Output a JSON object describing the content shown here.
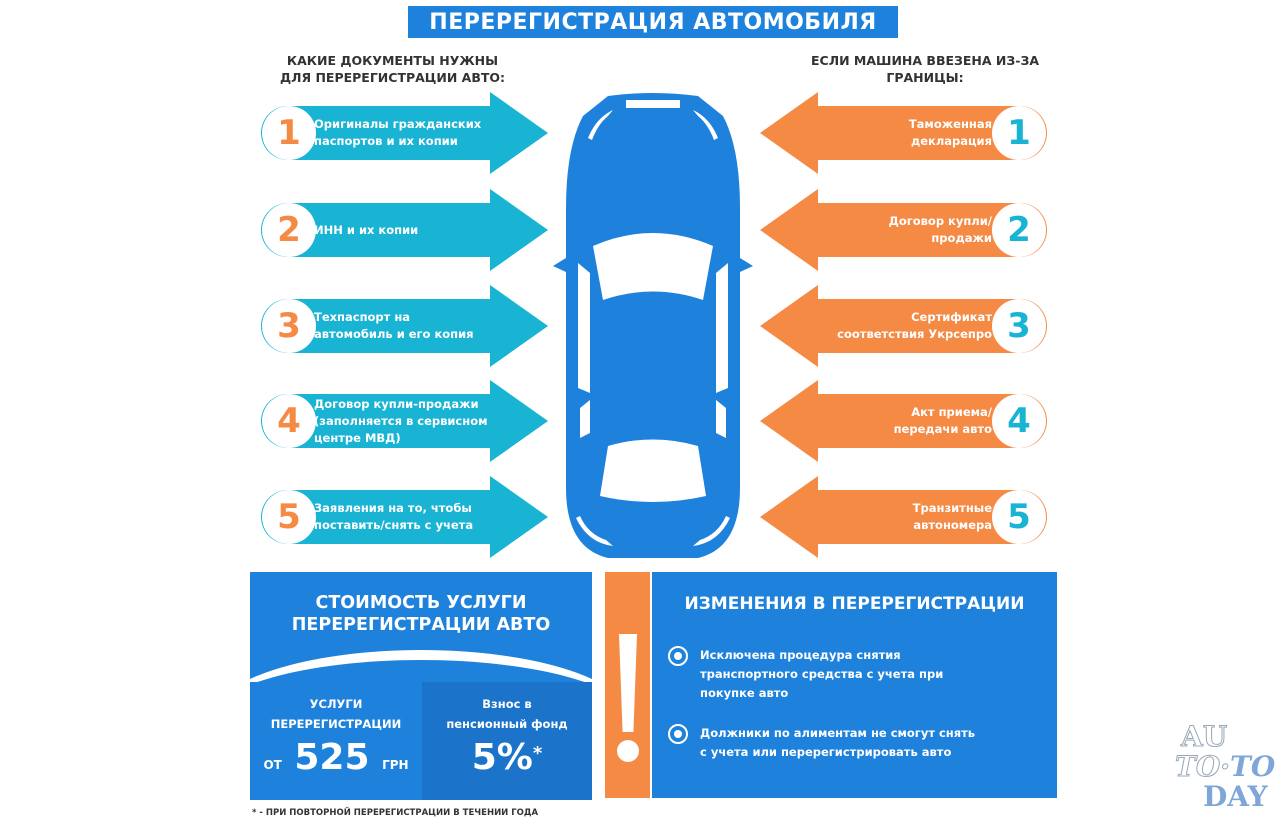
{
  "title": "ПЕРЕРЕГИСТРАЦИЯ АВТОМОБИЛЯ",
  "colors": {
    "blue": "#1e82dc",
    "cyan": "#19b4d4",
    "orange": "#f58a45",
    "dark_blue": "#1b74c9"
  },
  "left_section": {
    "heading_line1": "КАКИЕ ДОКУМЕНТЫ НУЖНЫ",
    "heading_line2": "ДЛЯ ПЕРЕРЕГИСТРАЦИИ АВТО:",
    "items": [
      {
        "num": "1",
        "line1": "Оригиналы гражданских",
        "line2": "паспортов и их копии",
        "line3": ""
      },
      {
        "num": "2",
        "line1": "ИНН и их копии",
        "line2": "",
        "line3": ""
      },
      {
        "num": "3",
        "line1": "Техпаспорт на",
        "line2": "автомобиль и его копия",
        "line3": ""
      },
      {
        "num": "4",
        "line1": "Договор купли-продажи",
        "line2": "(заполняется в сервисном",
        "line3": "центре МВД)"
      },
      {
        "num": "5",
        "line1": "Заявления на то, чтобы",
        "line2": "поставить/снять с учета",
        "line3": ""
      }
    ]
  },
  "right_section": {
    "heading_line1": "ЕСЛИ МАШИНА ВВЕЗЕНА ИЗ-ЗА",
    "heading_line2": "ГРАНИЦЫ:",
    "items": [
      {
        "num": "1",
        "line1": "Таможенная",
        "line2": "декларация"
      },
      {
        "num": "2",
        "line1": "Договор купли/",
        "line2": "продажи"
      },
      {
        "num": "3",
        "line1": "Сертификат",
        "line2": "соответствия Укрсепро"
      },
      {
        "num": "4",
        "line1": "Акт приема/",
        "line2": "передачи авто"
      },
      {
        "num": "5",
        "line1": "Транзитные",
        "line2": "автономера"
      }
    ]
  },
  "cost": {
    "title_line1": "СТОИМОСТЬ УСЛУГИ",
    "title_line2": "ПЕРЕРЕГИСТРАЦИИ АВТО",
    "service_label1": "УСЛУГИ",
    "service_label2": "ПЕРЕРЕГИСТРАЦИИ",
    "service_prefix": "ОТ",
    "service_value": "525",
    "service_unit": "ГРН",
    "fund_label1": "Взнос в",
    "fund_label2": "пенсионный фонд",
    "fund_value": "5%",
    "fund_mark": "*",
    "footnote": "* - ПРИ ПОВТОРНОЙ ПЕРЕРЕГИСТРАЦИИ В ТЕЧЕНИИ ГОДА"
  },
  "changes": {
    "title": "ИЗМЕНЕНИЯ В ПЕРЕРЕГИСТРАЦИИ",
    "items": [
      {
        "line1": "Исключена процедура снятия",
        "line2": "транспортного средства с учета при",
        "line3": "покупке авто"
      },
      {
        "line1": "Должники по алиментам не смогут снять",
        "line2": "с учета или перерегистрировать авто",
        "line3": ""
      }
    ]
  },
  "watermark": {
    "line1": "AU",
    "line2a": "TO",
    "line2b": "TO",
    "line3": "DAY"
  }
}
